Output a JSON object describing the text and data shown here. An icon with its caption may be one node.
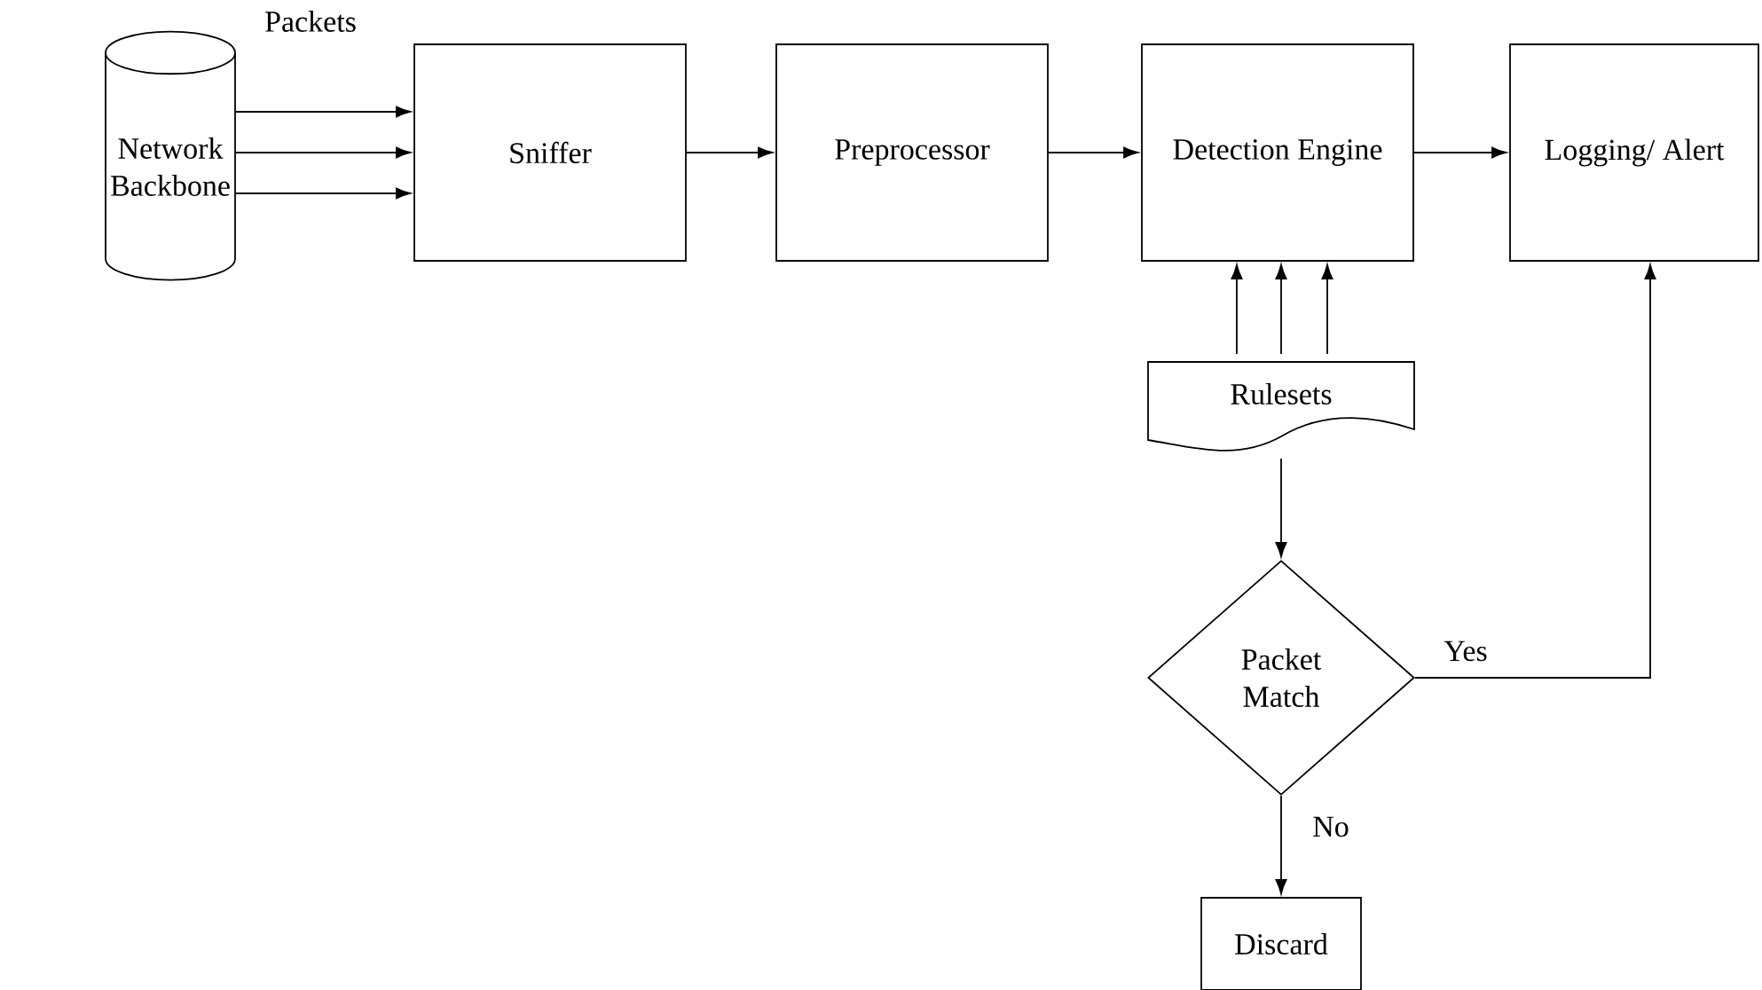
{
  "diagram": {
    "nodes": [
      {
        "text": [
          "Network Backbone"
        ]
      },
      {
        "text": [
          "Sniffer"
        ]
      },
      {
        "text": [
          "Preprocessor"
        ]
      },
      {
        "text": [
          "Detection Engine"
        ]
      },
      {
        "text": [
          "Logging/ Alert"
        ]
      },
      {
        "text": [
          "Rulesets"
        ]
      },
      {
        "text": [
          "Packet Match"
        ]
      },
      {
        "text": [
          "Discard"
        ]
      }
    ],
    "edges": [
      {
        "from": 0,
        "to": 1,
        "arrow": "to",
        "label": "Packets"
      },
      {
        "from": 0,
        "to": 1,
        "arrow": "to"
      },
      {
        "from": 0,
        "to": 1,
        "arrow": "to"
      },
      {
        "from": 1,
        "to": 2,
        "arrow": "to"
      },
      {
        "from": 2,
        "to": 3,
        "arrow": "to"
      },
      {
        "from": 3,
        "to": 4,
        "arrow": "to"
      },
      {
        "from": 5,
        "to": 3,
        "arrow": "to"
      },
      {
        "from": 5,
        "to": 3,
        "arrow": "to"
      },
      {
        "from": 5,
        "to": 3,
        "arrow": "to"
      },
      {
        "from": 5,
        "to": 6,
        "arrow": "to"
      },
      {
        "from": 6,
        "to": 4,
        "arrow": "to",
        "label": "Yes"
      },
      {
        "from": 6,
        "to": 7,
        "arrow": "to",
        "label": "No"
      }
    ]
  }
}
